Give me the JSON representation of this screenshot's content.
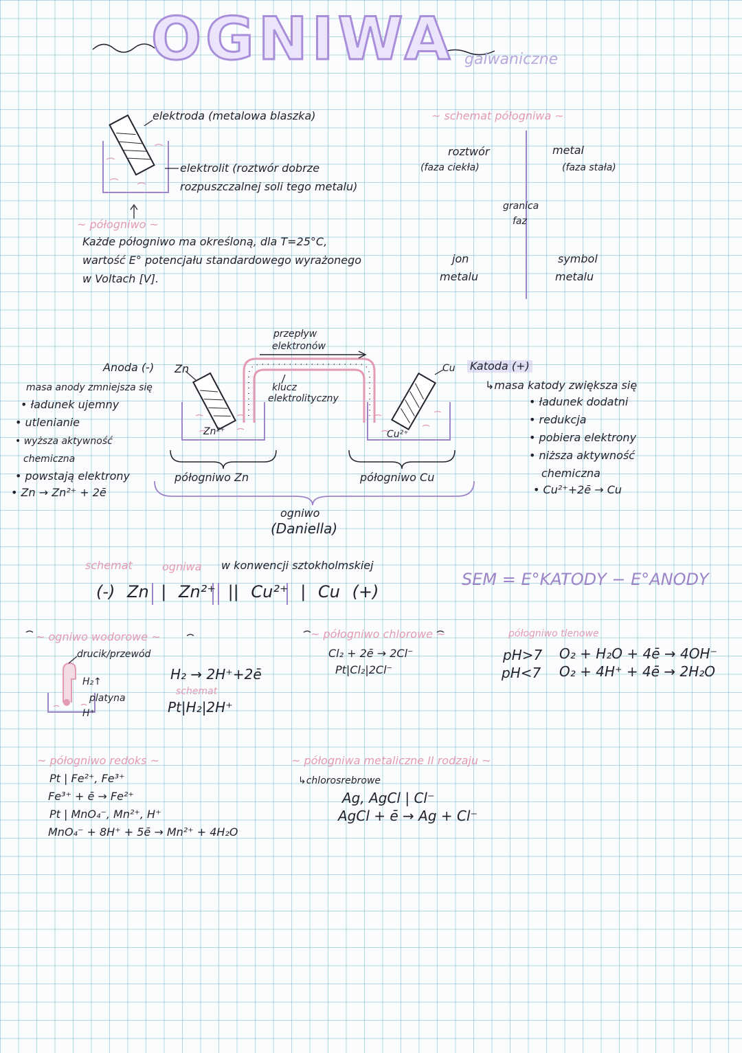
{
  "header": {
    "title": "OGNIWA",
    "subtitle": "galwaniczne"
  },
  "half_cell": {
    "electrode_label": "elektroda (metalowa blaszka)",
    "electrolyte_label_1": "elektrolit (roztwór dobrze",
    "electrolyte_label_2": "rozpuszczalnej soli tego metalu)",
    "heading": "~ półogniwo ~",
    "desc_1": "Każde półogniwo ma określoną, dla T=25°C,",
    "desc_2": "wartość E° potencjału standardowego wyrażonego",
    "desc_3": "w Voltach [V]."
  },
  "scheme": {
    "heading": "~ schemat półogniwa ~",
    "solution": "roztwór",
    "liquid_phase": "(faza ciekła)",
    "metal": "metal",
    "solid_phase": "(faza stała)",
    "boundary_1": "granica",
    "boundary_2": "faz",
    "ion_1": "jon",
    "ion_2": "metalu",
    "symbol_1": "symbol",
    "symbol_2": "metalu"
  },
  "daniell": {
    "flow_1": "przepływ",
    "flow_2": "elektronów",
    "zn": "Zn",
    "cu": "Cu",
    "zn_ion": "Zn²⁺",
    "cu_ion": "Cu²⁺",
    "bridge_1": "klucz",
    "bridge_2": "elektrolityczny",
    "half_zn": "półogniwo Zn",
    "half_cu": "półogniwo Cu",
    "cell_1": "ogniwo",
    "cell_2": "(Daniella)"
  },
  "anode": {
    "heading": "Anoda (-)",
    "items": [
      "masa anody zmniejsza się",
      "ładunek ujemny",
      "utlenianie",
      "wyższa aktywność",
      "chemiczna",
      "powstają elektrony",
      "Zn → Zn²⁺ + 2ē"
    ]
  },
  "cathode": {
    "heading": "Katoda (+)",
    "items": [
      "↳masa katody zwiększa się",
      "ładunek dodatni",
      "redukcja",
      "pobiera elektrony",
      "niższa aktywność",
      "chemiczna",
      "Cu²⁺+2ē → Cu"
    ]
  },
  "stockholm": {
    "label_1": "schemat",
    "label_2": "ogniwa",
    "label_3": "w konwencji sztokholmskiej",
    "notation": "(-) Zn | Zn²⁺ || Cu²⁺ | Cu (+)",
    "sem": "SEM = E°KATODY − E°ANODY"
  },
  "hydrogen": {
    "heading": "~ ogniwo wodorowe ~",
    "wire": "drucik/przewód",
    "h2": "H₂↑",
    "platinum": "platyna",
    "hplus": "H⁺",
    "reaction": "H₂ → 2H⁺+2ē",
    "scheme_label": "schemat",
    "scheme": "Pt|H₂|2H⁺"
  },
  "chlorine": {
    "heading": "~ półogniwo chlorowe ~",
    "reaction": "Cl₂ + 2ē → 2Cl⁻",
    "scheme": "Pt|Cl₂|2Cl⁻"
  },
  "oxygen": {
    "heading": "półogniwo tlenowe",
    "ph1": "pH>7",
    "r1": "O₂ + H₂O + 4ē → 4OH⁻",
    "ph2": "pH<7",
    "r2": "O₂ + 4H⁺ + 4ē → 2H₂O"
  },
  "redox": {
    "heading": "~ półogniwo redoks ~",
    "lines": [
      "Pt | Fe²⁺, Fe³⁺",
      "Fe³⁺ + ē → Fe²⁺",
      "Pt | MnO₄⁻, Mn²⁺, H⁺",
      "MnO₄⁻ + 8H⁺ + 5ē → Mn²⁺ + 4H₂O"
    ]
  },
  "metallic": {
    "heading": "~ półogniwa metaliczne II rodzaju ~",
    "sub": "↳chlorosrebrowe",
    "l1": "Ag, AgCl | Cl⁻",
    "l2": "AgCl + ē → Ag + Cl⁻"
  }
}
